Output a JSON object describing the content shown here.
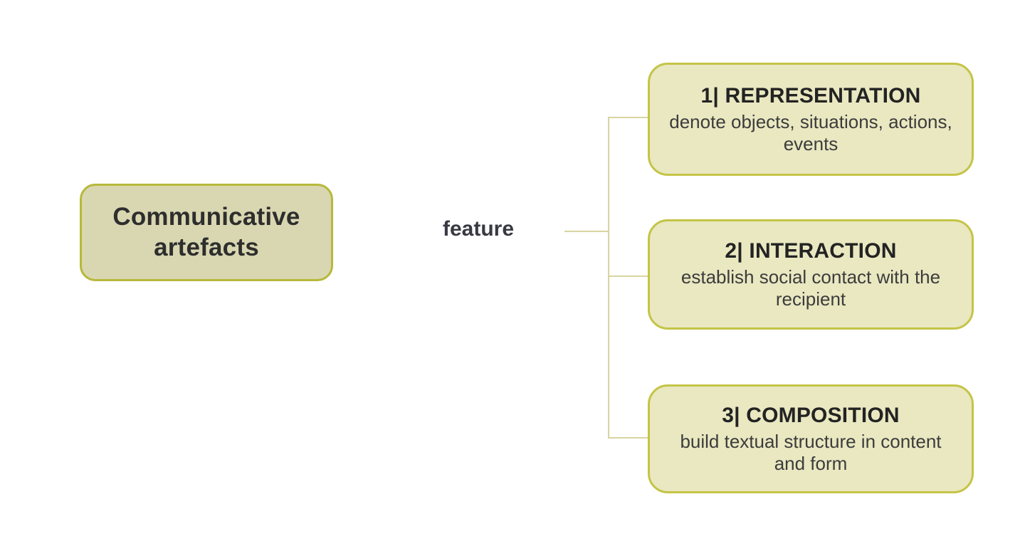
{
  "diagram": {
    "root": {
      "label": "Communicative artefacts"
    },
    "branch_label": "feature",
    "nodes": [
      {
        "title": "1| REPRESENTATION",
        "description": "denote objects, situations, actions, events"
      },
      {
        "title": "2| INTERACTION",
        "description": "establish social contact with the recipient"
      },
      {
        "title": "3| COMPOSITION",
        "description": "build textual structure in content and form"
      }
    ],
    "colors": {
      "root_fill": "#d9d7b1",
      "root_border": "#b7b83c",
      "node_fill": "#e9e8c1",
      "node_border": "#c4c447",
      "connector_line": "#d8d5a0",
      "title_text": "#232323",
      "body_text": "#3c3c3c",
      "background": "#ffffff"
    }
  }
}
